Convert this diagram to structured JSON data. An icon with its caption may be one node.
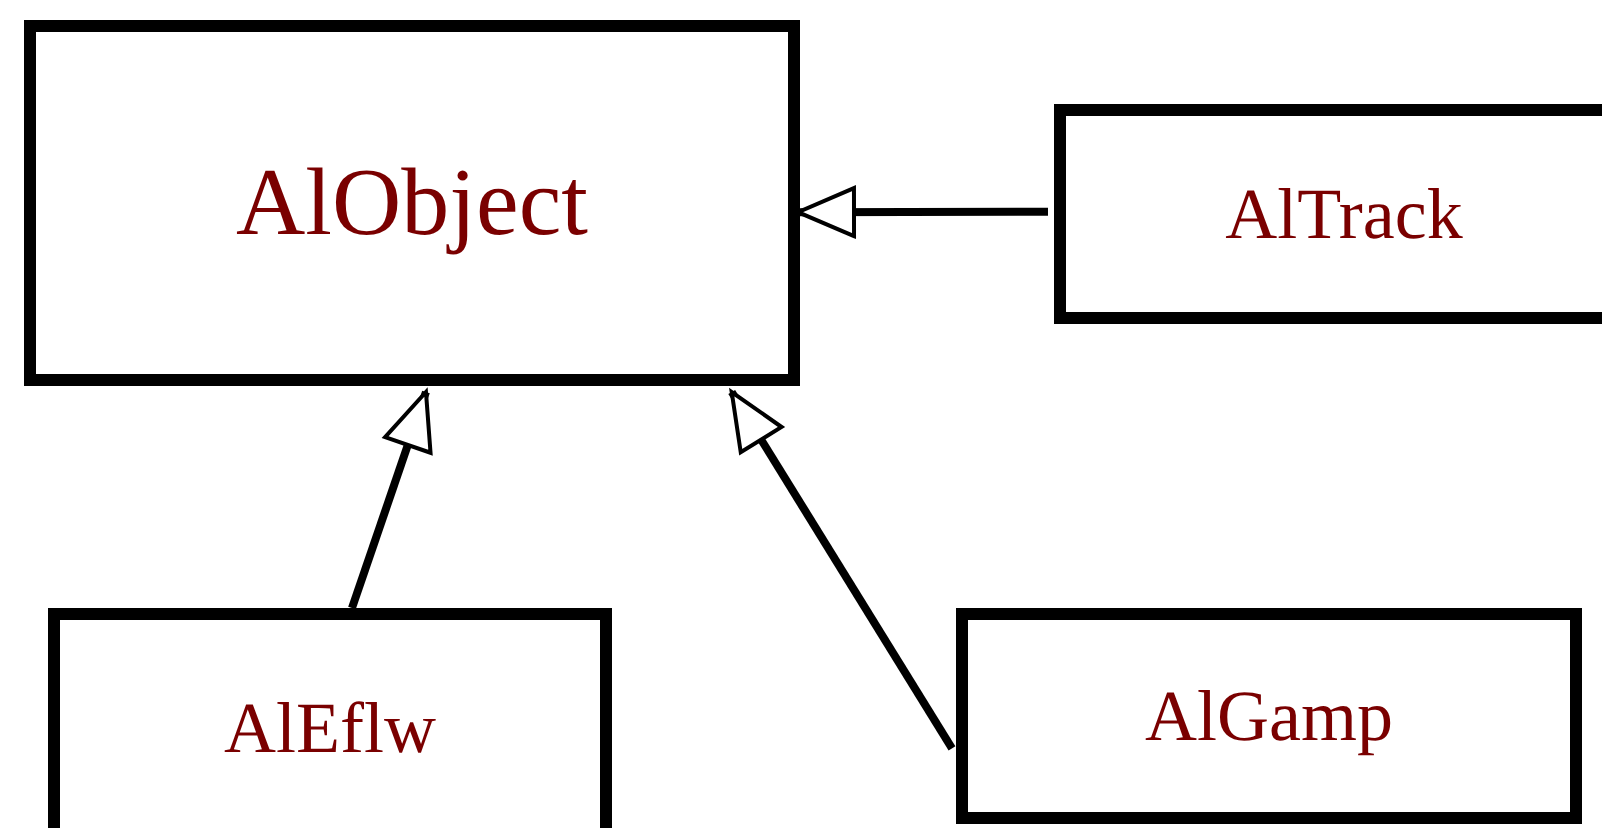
{
  "diagram": {
    "nodes": [
      {
        "text": [
          "AlObject"
        ]
      },
      {
        "text": [
          "AlTrack"
        ]
      },
      {
        "text": [
          "AlEflw"
        ]
      },
      {
        "text": [
          "AlGamp"
        ]
      }
    ],
    "edges": [
      {
        "from": 1,
        "to": 0,
        "arrow": "to"
      },
      {
        "from": 2,
        "to": 0,
        "arrow": "to"
      },
      {
        "from": 3,
        "to": 0,
        "arrow": "to"
      }
    ]
  }
}
